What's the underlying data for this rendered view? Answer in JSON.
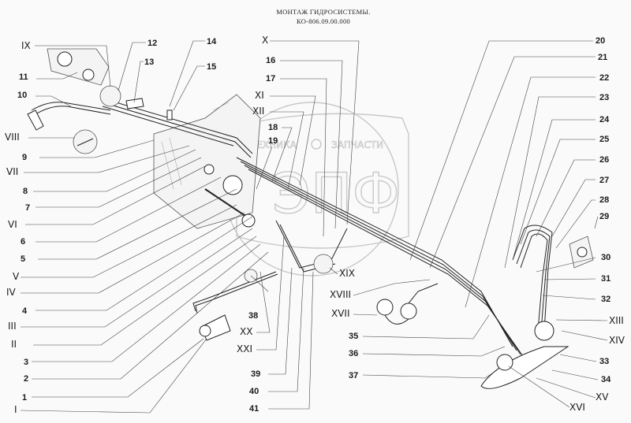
{
  "header": {
    "title": "МОНТАЖ ГИДРОСИСТЕМЫ.",
    "code": "КО-806.09.00.000"
  },
  "watermark": {
    "left_text": "ТЕХНИКА",
    "right_text": "ЗАПЧАСТИ",
    "logo_letters": "ЭПФ"
  },
  "callouts": {
    "IX": "IX",
    "12": "12",
    "13": "13",
    "14": "14",
    "15": "15",
    "11": "11",
    "10": "10",
    "VIII": "VIII",
    "9": "9",
    "VII": "VII",
    "8": "8",
    "7": "7",
    "VI": "VI",
    "6": "6",
    "5": "5",
    "V": "V",
    "IV": "IV",
    "4": "4",
    "III": "III",
    "II": "II",
    "3": "3",
    "2": "2",
    "1": "1",
    "I": "I",
    "X": "X",
    "16": "16",
    "17": "17",
    "XI": "XI",
    "XII": "XII",
    "18": "18",
    "19": "19",
    "20": "20",
    "21": "21",
    "22": "22",
    "23": "23",
    "24": "24",
    "25": "25",
    "26": "26",
    "27": "27",
    "28": "28",
    "29": "29",
    "30": "30",
    "31": "31",
    "32": "32",
    "XIII": "XIII",
    "XIV": "XIV",
    "33": "33",
    "34": "34",
    "XV": "XV",
    "XVI": "XVI",
    "XIX": "XIX",
    "XVIII": "XVIII",
    "XVII": "XVII",
    "35": "35",
    "36": "36",
    "37": "37",
    "38": "38",
    "XX": "XX",
    "XXI": "XXI",
    "39": "39",
    "40": "40",
    "41": "41"
  }
}
